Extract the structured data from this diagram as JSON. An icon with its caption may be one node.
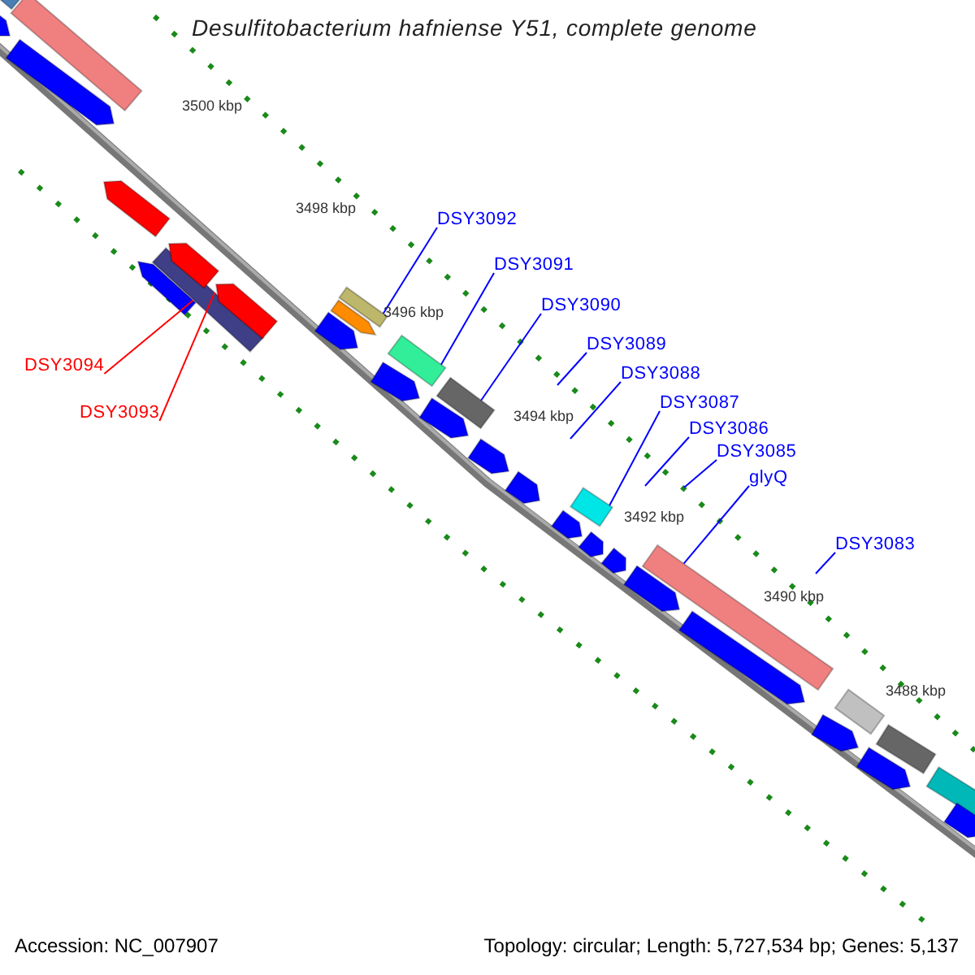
{
  "diagram": {
    "title": "Desulfitobacterium hafniense Y51, complete genome",
    "nodes": [
      {
        "text": [
          "DSY3094"
        ]
      },
      {
        "text": [
          "DSY3093"
        ]
      },
      {
        "text": [
          "DSY3092"
        ]
      },
      {
        "text": [
          "DSY3091"
        ]
      },
      {
        "text": [
          "DSY3090"
        ]
      },
      {
        "text": [
          "DSY3089"
        ]
      },
      {
        "text": [
          "DSY3088"
        ]
      },
      {
        "text": [
          "DSY3087"
        ]
      },
      {
        "text": [
          "DSY3086"
        ]
      },
      {
        "text": [
          "DSY3085"
        ]
      },
      {
        "text": [
          "glyQ"
        ]
      },
      {
        "text": [
          "DSY3083"
        ]
      },
      {
        "text": [],
        "shape": "arrow"
      },
      {
        "text": [],
        "shape": "bar"
      },
      {
        "text": [],
        "shape": "bar"
      },
      {
        "text": [],
        "shape": "bar"
      },
      {
        "text": [],
        "shape": "bar"
      },
      {
        "text": [],
        "shape": "bar"
      },
      {
        "text": [],
        "shape": "bar"
      },
      {
        "text": [],
        "shape": "bar"
      },
      {
        "text": [],
        "shape": "arrow"
      },
      {
        "text": [],
        "shape": "arrow"
      },
      {
        "text": [],
        "shape": "arrow"
      },
      {
        "text": [],
        "shape": "arrow"
      },
      {
        "text": [],
        "shape": "arrow"
      },
      {
        "text": [],
        "shape": "arrow"
      },
      {
        "text": [],
        "shape": "arrow"
      },
      {
        "text": [],
        "shape": "arrow"
      },
      {
        "text": [],
        "shape": "arrow"
      },
      {
        "text": [],
        "shape": "arrow"
      },
      {
        "text": [],
        "shape": "arrow"
      },
      {
        "text": [],
        "shape": "arrow"
      },
      {
        "text": [],
        "shape": "arrow"
      },
      {
        "text": [],
        "shape": "arrow"
      },
      {
        "text": [],
        "shape": "arrow"
      },
      {
        "text": [],
        "shape": "arrow"
      },
      {
        "text": [],
        "shape": "bar"
      },
      {
        "text": [],
        "shape": "bar"
      },
      {
        "text": [],
        "shape": "bar"
      },
      {
        "text": [],
        "shape": "bar"
      },
      {
        "text": [],
        "shape": "arrow"
      },
      {
        "text": [],
        "shape": "arrow"
      },
      {
        "text": [],
        "shape": "arrow"
      }
    ],
    "edges": [
      {
        "from": 0,
        "to": 12,
        "arrow": "none",
        "color": "#ff0000"
      },
      {
        "from": 1,
        "to": 13,
        "arrow": "none",
        "color": "#ff0000"
      },
      {
        "from": 2,
        "to": 14,
        "arrow": "none"
      },
      {
        "from": 3,
        "to": 15,
        "arrow": "none"
      },
      {
        "from": 4,
        "to": 16,
        "arrow": "none"
      },
      {
        "from": 5,
        "to": null,
        "arrow": "none"
      },
      {
        "from": 6,
        "to": null,
        "arrow": "none"
      },
      {
        "from": 7,
        "to": 17,
        "arrow": "none"
      },
      {
        "from": 8,
        "to": null,
        "arrow": "none"
      },
      {
        "from": 9,
        "to": null,
        "arrow": "none"
      },
      {
        "from": 10,
        "to": 36,
        "arrow": "none"
      },
      {
        "from": 11,
        "to": null,
        "arrow": "none"
      }
    ],
    "labels": [
      "3500 kbp",
      "3498 kbp",
      "3496 kbp",
      "3494 kbp",
      "3492 kbp",
      "3490 kbp",
      "3488 kbp",
      "Accession: NC_007907",
      "Topology: circular; Length: 5,727,534 bp; Genes: 5,137"
    ]
  }
}
